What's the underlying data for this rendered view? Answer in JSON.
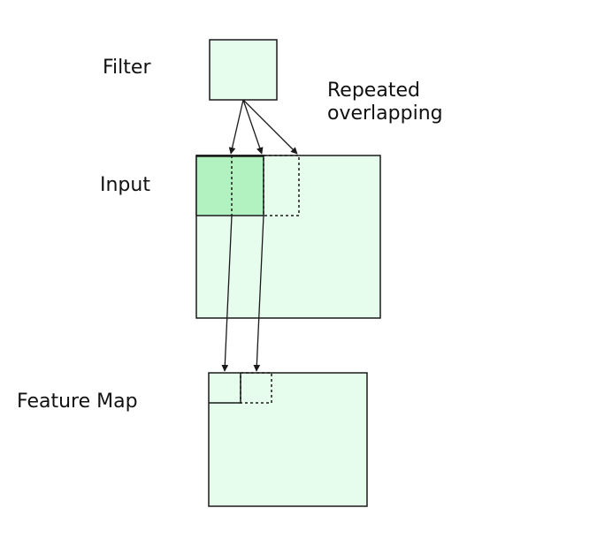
{
  "labels": {
    "filter": "Filter",
    "input": "Input",
    "feature_map": "Feature Map",
    "annotation_line1": "Repeated",
    "annotation_line2": "overlapping"
  },
  "colors": {
    "box_fill": "#e6fcec",
    "active_fill": "#b1f2c0",
    "stroke": "#1a1a1a"
  }
}
